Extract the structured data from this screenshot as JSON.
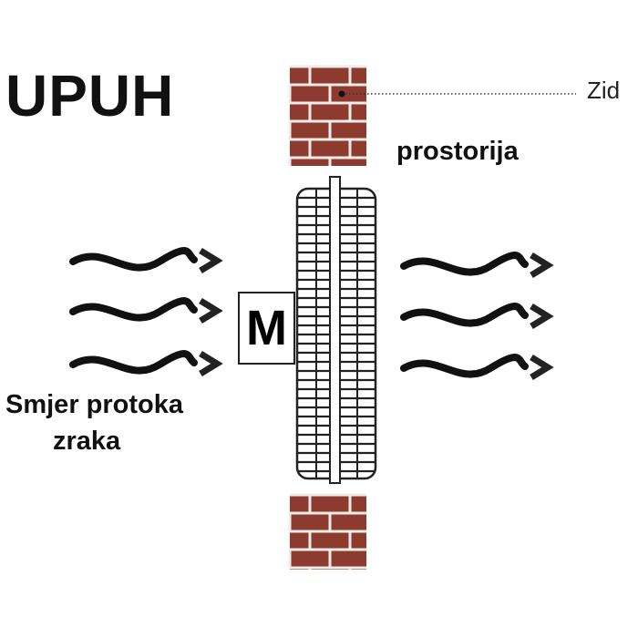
{
  "title": "UPUH",
  "labels": {
    "wall": "Zid",
    "room": "prostorija",
    "airflow_line1": "Smjer protoka",
    "airflow_line2": "zraka",
    "motor": "M"
  },
  "colors": {
    "brick": "#8e3b2f",
    "mortar": "#f2ece8",
    "ink": "#111111"
  }
}
